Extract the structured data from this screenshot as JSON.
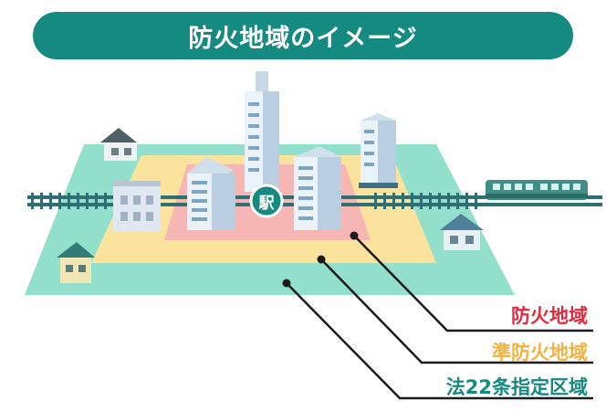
{
  "title": "防火地域のイメージ",
  "station_label": "駅",
  "zones": [
    {
      "label": "防火地域",
      "color": "#e12a3c",
      "fill": "#f6b7b4"
    },
    {
      "label": "準防火地域",
      "color": "#f3b13f",
      "fill": "#fbe39d"
    },
    {
      "label": "法22条指定区域",
      "color": "#148a80",
      "fill": "#92e0cb"
    }
  ],
  "colors": {
    "accent": "#148a80",
    "railway": "#2e6f73",
    "train": "#3f8f88"
  }
}
